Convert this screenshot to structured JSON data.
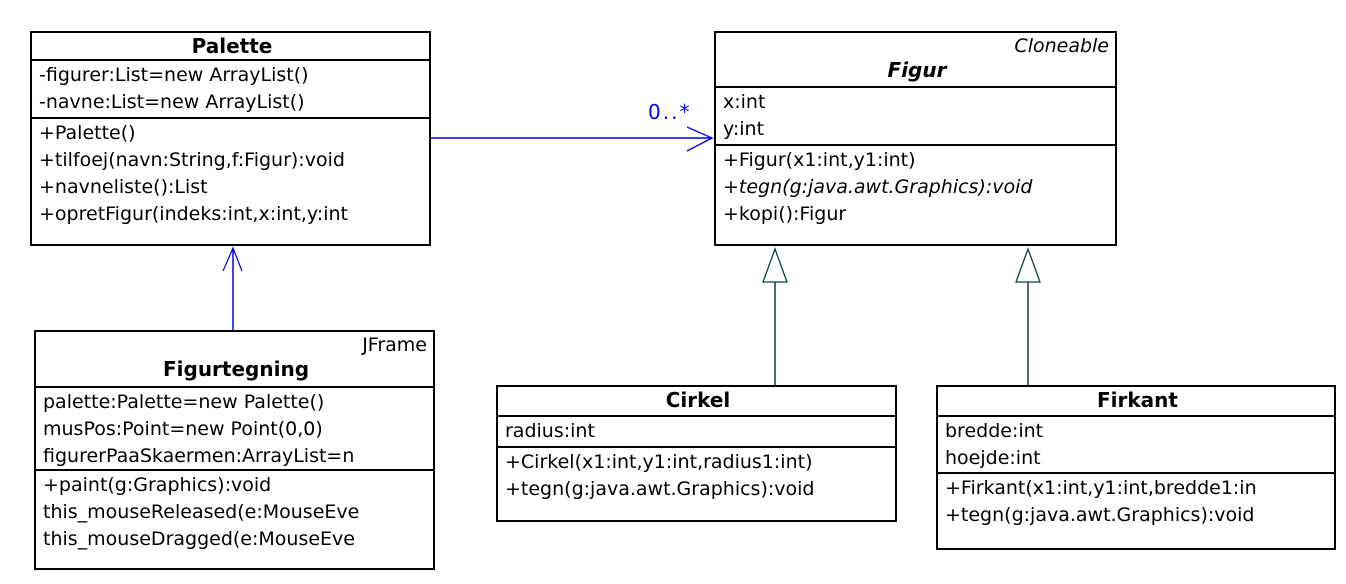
{
  "classes": {
    "palette": {
      "name": "Palette",
      "attributes": [
        "-figurer:List=new ArrayList()",
        "-navne:List=new ArrayList()"
      ],
      "methods": [
        "+Palette()",
        "+tilfoej(navn:String,f:Figur):void",
        "+navneliste():List",
        "+opretFigur(indeks:int,x:int,y:int"
      ]
    },
    "figur": {
      "annotation": "Cloneable",
      "name": "Figur",
      "attributes": [
        "x:int",
        "y:int"
      ],
      "methods": [
        "+Figur(x1:int,y1:int)",
        "+tegn(g:java.awt.Graphics):void",
        "+kopi():Figur"
      ]
    },
    "figurtegning": {
      "annotation": "JFrame",
      "name": "Figurtegning",
      "attributes": [
        "palette:Palette=new Palette()",
        "musPos:Point=new Point(0,0)",
        "figurerPaaSkaermen:ArrayList=n"
      ],
      "methods": [
        "+paint(g:Graphics):void",
        "this_mouseReleased(e:MouseEve",
        "this_mouseDragged(e:MouseEve"
      ]
    },
    "cirkel": {
      "name": "Cirkel",
      "attributes": [
        "radius:int"
      ],
      "methods": [
        "+Cirkel(x1:int,y1:int,radius1:int)",
        "+tegn(g:java.awt.Graphics):void"
      ]
    },
    "firkant": {
      "name": "Firkant",
      "attributes": [
        "bredde:int",
        "hoejde:int"
      ],
      "methods": [
        "+Firkant(x1:int,y1:int,bredde1:in",
        "+tegn(g:java.awt.Graphics):void"
      ]
    }
  },
  "relations": {
    "palette_to_figur": {
      "type": "association",
      "multiplicity": "0..*"
    },
    "figurtegning_to_palette": {
      "type": "generalization-open-arrow"
    },
    "cirkel_to_figur": {
      "type": "generalization"
    },
    "firkant_to_figur": {
      "type": "generalization"
    }
  },
  "colors": {
    "association_blue": "#0000ee",
    "generalization_teal": "#0c4040",
    "border_black": "#000000",
    "text_black": "#000000",
    "background": "#ffffff"
  }
}
